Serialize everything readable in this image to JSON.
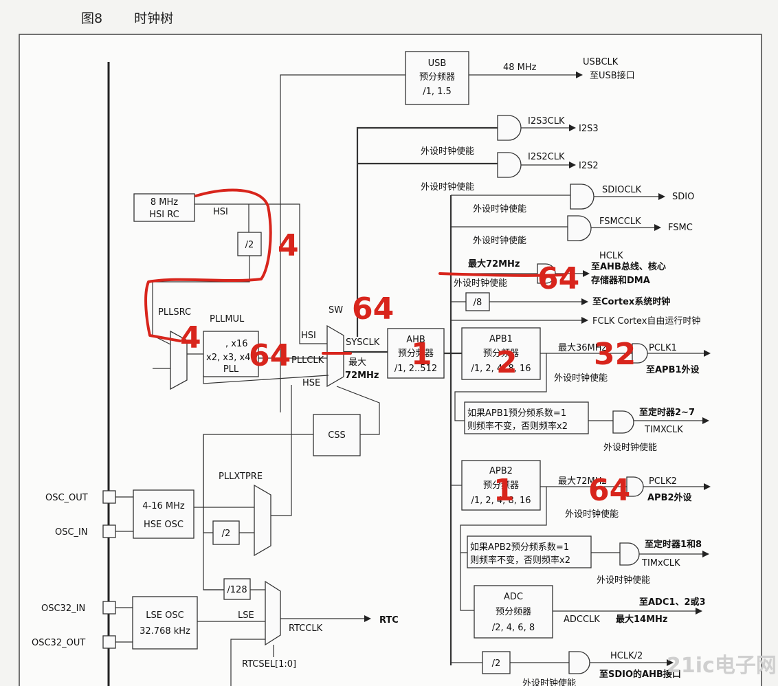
{
  "caption": {
    "figure": "图8",
    "title": "时钟树"
  },
  "blocks": {
    "usb_prescaler": [
      "USB",
      "预分频器",
      "/1, 1.5"
    ],
    "hsi_rc": [
      "8 MHz",
      "HSI RC"
    ],
    "div2_hsi": "/2",
    "pllmul_block": [
      ", x16",
      "x2, x3, x4",
      "PLL"
    ],
    "ahb_prescaler": [
      "AHB",
      "预分频器",
      "/1, 2..512"
    ],
    "apb1_prescaler": [
      "APB1",
      "预分频器",
      "/1, 2, 4, 8, 16"
    ],
    "apb2_prescaler": [
      "APB2",
      "预分频器",
      "/1, 2, 4, 8, 16"
    ],
    "adc_prescaler": [
      "ADC",
      "预分频器",
      "/2, 4, 6, 8"
    ],
    "css": "CSS",
    "hse_osc": [
      "4-16 MHz",
      "HSE OSC"
    ],
    "div2_hse": "/2",
    "div128": "/128",
    "lse_osc": [
      "LSE OSC",
      "32.768 kHz"
    ],
    "div8": "/8",
    "div2_hclk": "/2",
    "apb1_timer_note": [
      "如果APB1预分频系数=1",
      "则频率不变，否则频率x2"
    ],
    "apb2_timer_note": [
      "如果APB2预分频系数=1",
      "则频率不变，否则频率x2"
    ]
  },
  "labels": {
    "usb_freq": "48 MHz",
    "usbclk": "USBCLK",
    "to_usb": "至USB接口",
    "i2s3clk": "I2S3CLK",
    "i2s3": "I2S3",
    "i2s2clk": "I2S2CLK",
    "i2s2": "I2S2",
    "sdioclk": "SDIOCLK",
    "sdio": "SDIO",
    "fsmcclk": "FSMCCLK",
    "fsmc": "FSMC",
    "peripheral_enable": "外设时钟使能",
    "hclk": "HCLK",
    "max_72": "最大72MHz",
    "to_ahb": "至AHB总线、核心",
    "to_mem": "存储器和DMA",
    "to_cortex": "至Cortex系统时钟",
    "fclk": "FCLK Cortex自由运行时钟",
    "hsi": "HSI",
    "pllsrc": "PLLSRC",
    "pllmul": "PLLMUL",
    "sw": "SW",
    "sysclk": "SYSCLK",
    "hsi_mux": "HSI",
    "pllclk": "PLLCLK",
    "hse": "HSE",
    "max_72_sys": "最大",
    "mhz_72": "72MHz",
    "max_36": "最大36MHz",
    "pclk1": "PCLK1",
    "to_apb1": "至APB1外设",
    "to_tim27": "至定时器2~7",
    "timxclk": "TIMXCLK",
    "max_72_apb2": "最大72MHz",
    "pclk2": "PCLK2",
    "apb2_periph": "APB2外设",
    "to_tim18": "至定时器1和8",
    "timxclk2": "TIMxCLK",
    "to_adc": "至ADC1、2或3",
    "adcclk": "ADCCLK",
    "max_14": "最大14MHz",
    "pllxtpre": "PLLXTPRE",
    "osc_out": "OSC_OUT",
    "osc_in": "OSC_IN",
    "osc32_in": "OSC32_IN",
    "osc32_out": "OSC32_OUT",
    "lse": "LSE",
    "rtcclk": "RTCCLK",
    "rtc": "RTC",
    "rtcsel": "RTCSEL[1:0]",
    "hclk_div2": "HCLK/2",
    "to_sdio_ahb": "至SDIO的AHB接口",
    "bottom_enable": "外设时钟使能"
  },
  "annotations": {
    "a1": "4",
    "a2": "4",
    "a3": "64",
    "a4": "64",
    "a5": "1",
    "a6": "64",
    "a7": "32",
    "a8": "2",
    "a9": "1",
    "a10": "64"
  },
  "watermark": "21ic电子网"
}
